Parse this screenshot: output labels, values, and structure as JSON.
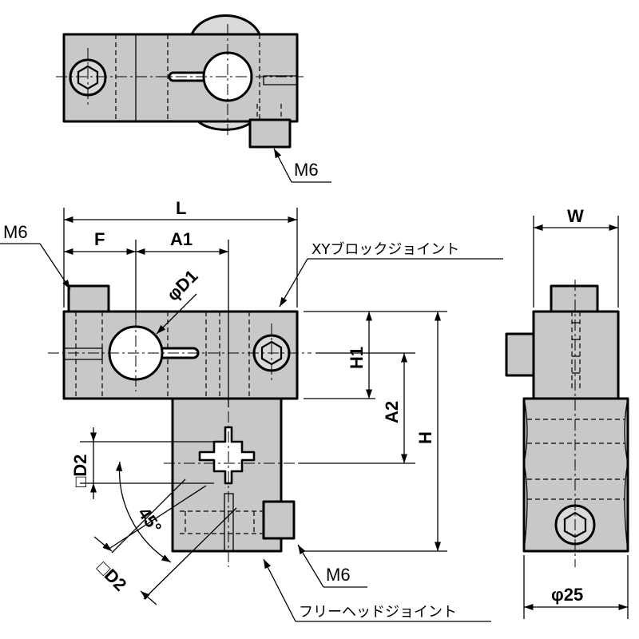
{
  "labels": {
    "m6_top": "M6",
    "m6_left": "M6",
    "m6_bottom": "M6",
    "L": "L",
    "F": "F",
    "A1": "A1",
    "D1": "φD1",
    "W": "W",
    "H1": "H1",
    "A2": "A2",
    "H": "H",
    "D2_vert": "□D2",
    "D2_diag": "□D2",
    "angle": "45°",
    "phi25": "φ25",
    "xy_block": "XYブロックジョイント",
    "free_head": "フリーヘッドジョイント"
  }
}
